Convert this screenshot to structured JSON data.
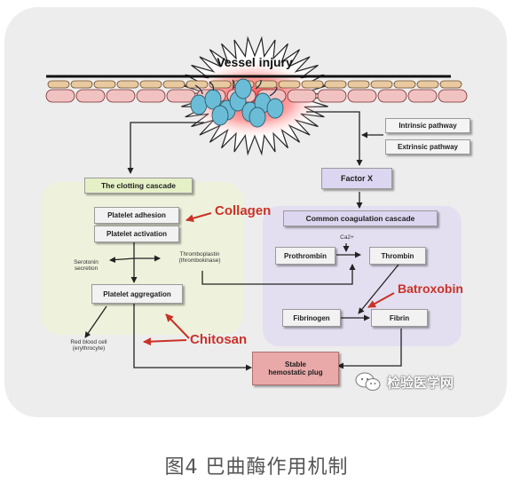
{
  "diagram": {
    "title": "Vessel injury",
    "boxes": {
      "intrinsic": "Intrinsic pathway",
      "extrinsic": "Extrinsic pathway",
      "factor_x": "Factor X",
      "clotting_cascade": "The clotting cascade",
      "common_cascade": "Common coagulation cascade",
      "platelet_adhesion": "Platelet adhesion",
      "platelet_activation": "Platelet activation",
      "platelet_aggregation": "Platelet aggregation",
      "prothrombin": "Prothrombin",
      "thrombin": "Thrombin",
      "fibrinogen": "Fibrinogen",
      "fibrin": "Fibrin",
      "stable_plug_line1": "Stable",
      "stable_plug_line2": "hemostatic plug"
    },
    "notes": {
      "serotonin_line1": "Serotonin",
      "serotonin_line2": "secretion",
      "thromboplastin_line1": "Thromboplastin",
      "thromboplastin_line2": "(thrombokinase)",
      "ca": "Ca2+",
      "rbc_line1": "Red blood cell",
      "rbc_line2": "(erythrocyte)"
    },
    "highlights": {
      "collagen": "Collagen",
      "batroxobin": "Batroxobin",
      "chitosan": "Chitosan"
    },
    "colors": {
      "highlight_red": "#c93227",
      "clotting_region": "#eef2dc",
      "common_region": "#e4dff0",
      "plug_fill": "#e9a9a9",
      "factor_fill": "#ddd6f0",
      "cell_blue": "#6bbcd6"
    }
  },
  "watermark": {
    "icon": "wechat-icon",
    "text": "检验医学网"
  },
  "caption": "图4 巴曲酶作用机制"
}
